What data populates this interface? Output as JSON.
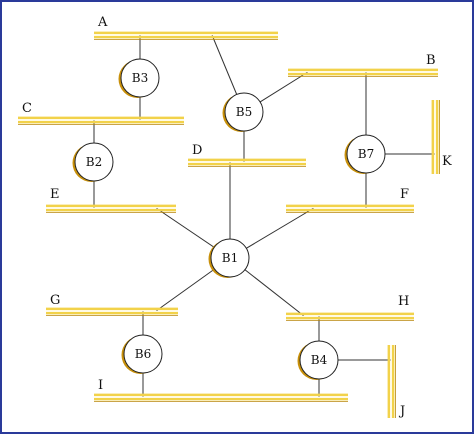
{
  "segments": [
    {
      "id": "A",
      "label": "A"
    },
    {
      "id": "B",
      "label": "B"
    },
    {
      "id": "C",
      "label": "C"
    },
    {
      "id": "D",
      "label": "D"
    },
    {
      "id": "E",
      "label": "E"
    },
    {
      "id": "F",
      "label": "F"
    },
    {
      "id": "G",
      "label": "G"
    },
    {
      "id": "H",
      "label": "H"
    },
    {
      "id": "I",
      "label": "I"
    },
    {
      "id": "J",
      "label": "J"
    },
    {
      "id": "K",
      "label": "K"
    }
  ],
  "bridges": [
    {
      "id": "B1",
      "label": "B1",
      "connects": [
        "D",
        "E",
        "F",
        "G",
        "H"
      ]
    },
    {
      "id": "B2",
      "label": "B2",
      "connects": [
        "C",
        "E"
      ]
    },
    {
      "id": "B3",
      "label": "B3",
      "connects": [
        "A",
        "C"
      ]
    },
    {
      "id": "B4",
      "label": "B4",
      "connects": [
        "H",
        "I",
        "J"
      ]
    },
    {
      "id": "B5",
      "label": "B5",
      "connects": [
        "A",
        "B",
        "D"
      ]
    },
    {
      "id": "B6",
      "label": "B6",
      "connects": [
        "G",
        "I"
      ]
    },
    {
      "id": "B7",
      "label": "B7",
      "connects": [
        "B",
        "F",
        "K"
      ]
    }
  ],
  "colors": {
    "segment_fill": "#f2d24a",
    "segment_edge": "#b8860b",
    "bridge_shadow": "#c8900a",
    "border": "#2a3a9a"
  }
}
